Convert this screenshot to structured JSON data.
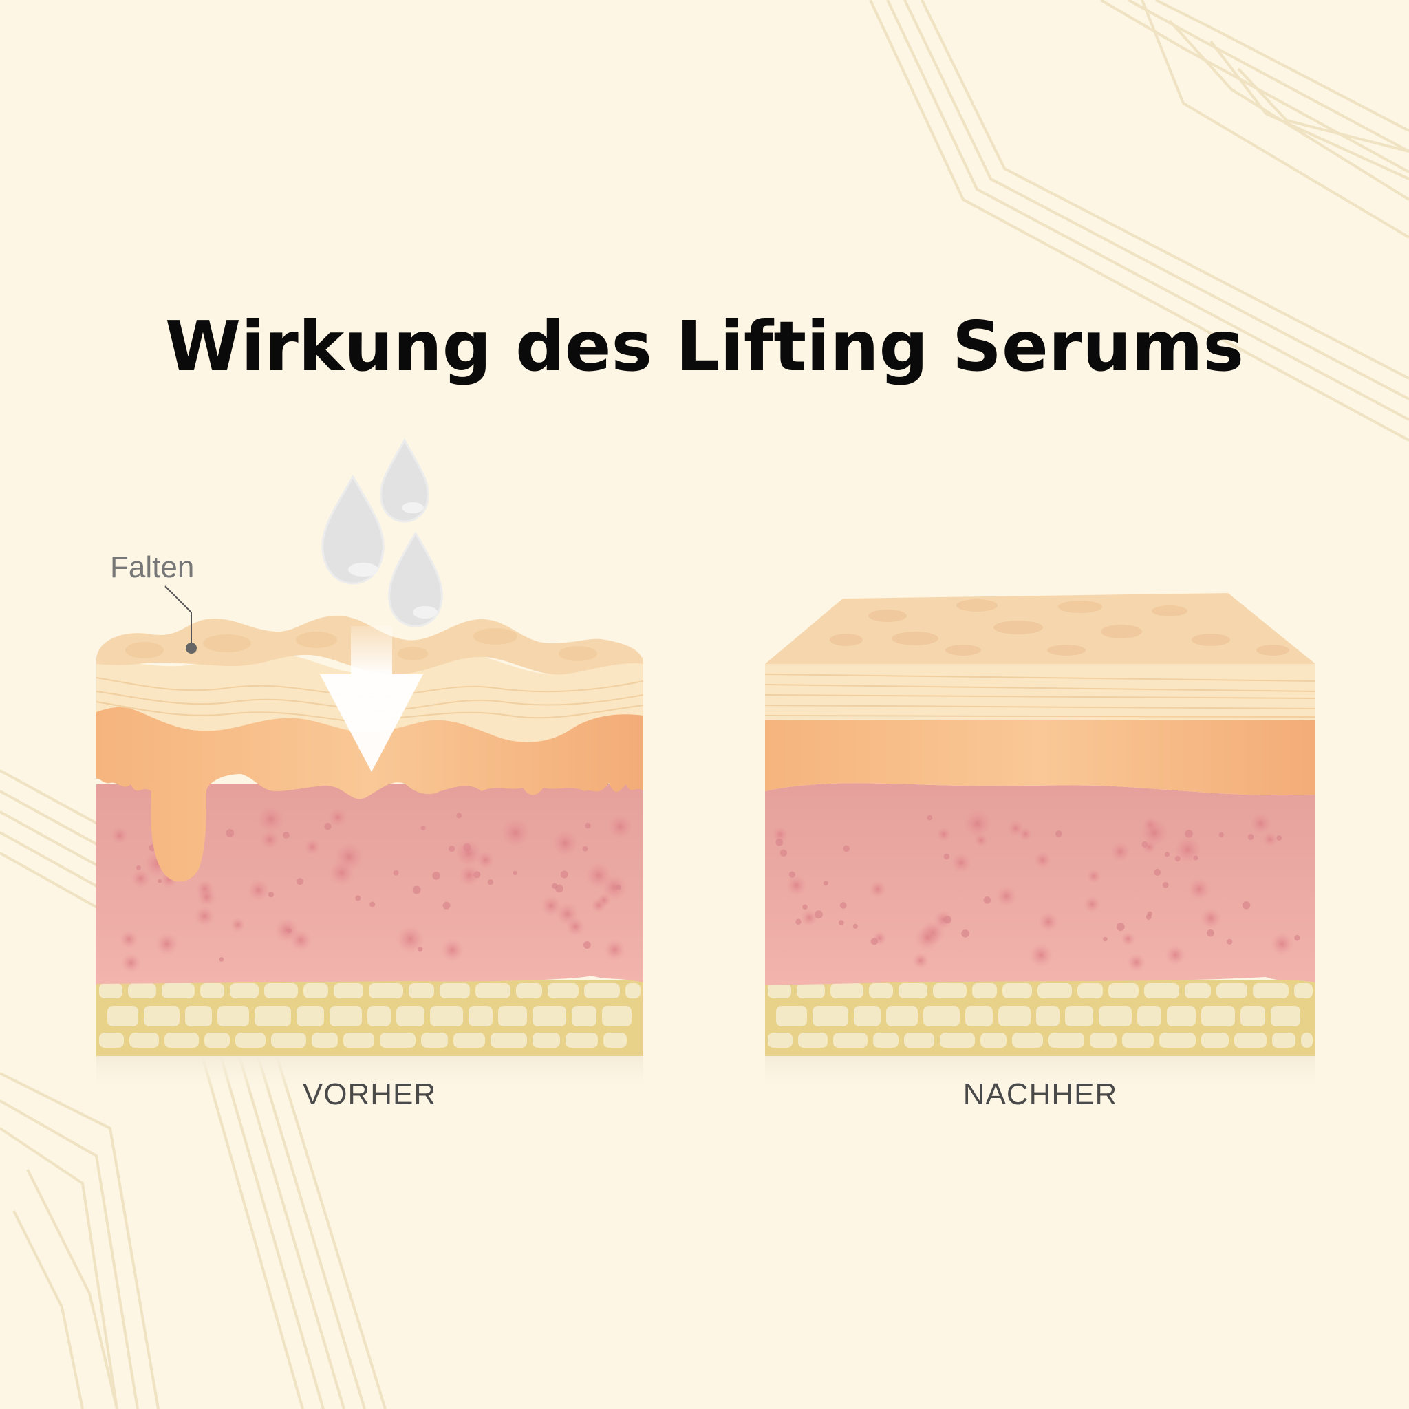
{
  "title": "Wirkung des Lifting Serums",
  "annotation": "Falten",
  "captions": {
    "before": "VORHER",
    "after": "NACHHER"
  },
  "colors": {
    "background": "#fdf6e4",
    "epidermis_top": "#f6d7ad",
    "epidermis_layer": "#fbe7c5",
    "orange_layer": "#f6bb84",
    "dermis": "#eeaaa6",
    "fat": "#e8d28a",
    "fat_cell": "#f2e7c2",
    "droplet": "#e2e2e3"
  }
}
